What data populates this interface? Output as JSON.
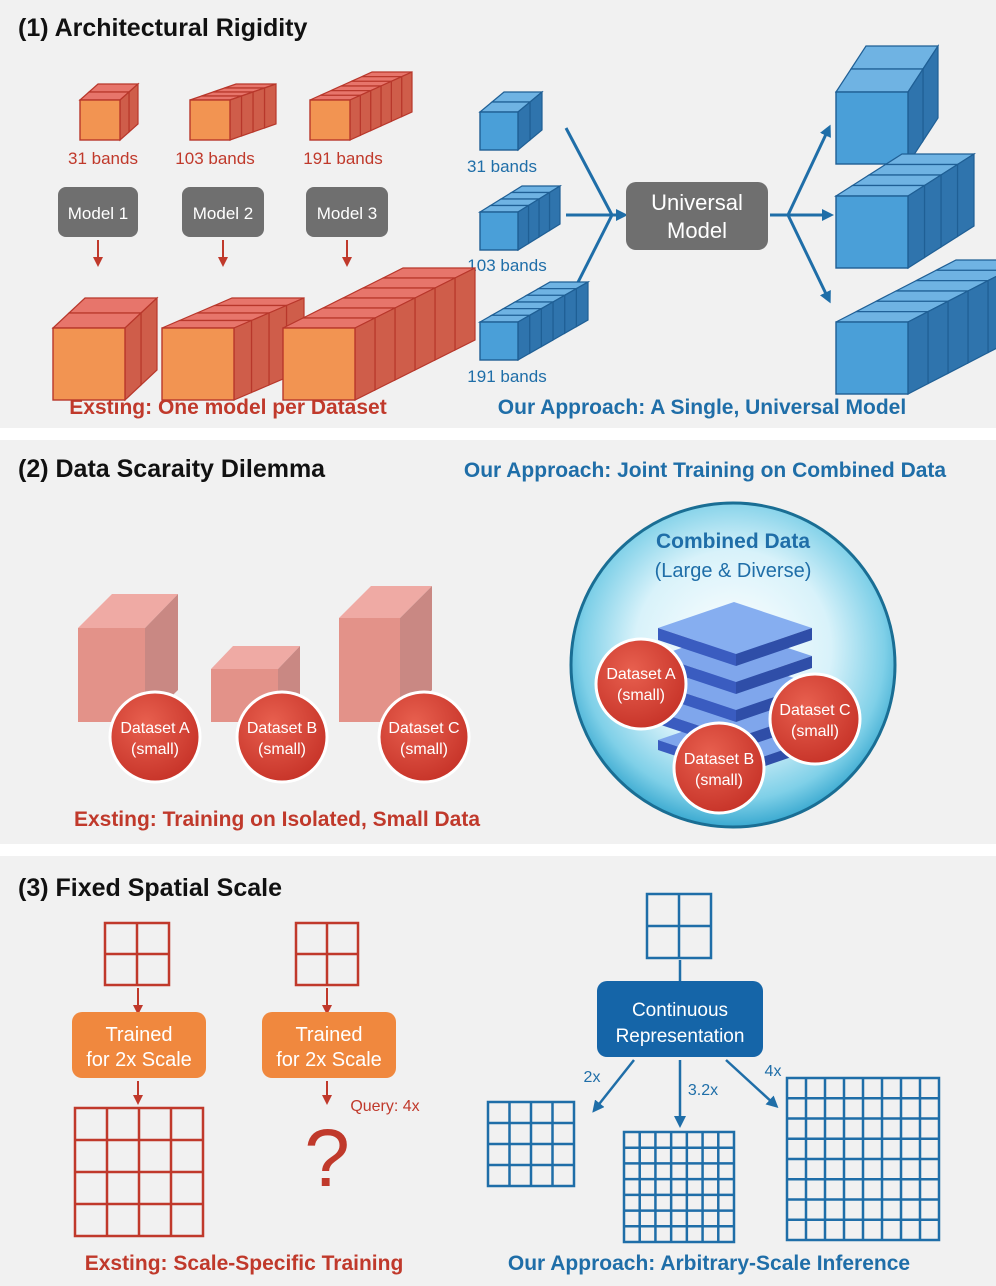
{
  "section1": {
    "title": "(1)  Architectural Rigidity",
    "existing": {
      "bands": [
        "31 bands",
        "103 bands",
        "191 bands"
      ],
      "models": [
        "Model 1",
        "Model 2",
        "Model 3"
      ],
      "caption": "Exsting: One model per Dataset"
    },
    "approach": {
      "bands": [
        "31 bands",
        "103 bands",
        "191 bands"
      ],
      "model_line1": "Universal",
      "model_line2": "Model",
      "caption": "Our Approach: A Single, Universal Model"
    }
  },
  "section2": {
    "title": "(2)  Data Scaraity Dilemma",
    "approach_title": "Our Approach: Joint Training on Combined Data",
    "existing": {
      "datasets": [
        {
          "name": "Dataset A",
          "size": "(small)"
        },
        {
          "name": "Dataset B",
          "size": "(small)"
        },
        {
          "name": "Dataset C",
          "size": "(small)"
        }
      ],
      "caption": "Exsting: Training on Isolated, Small Data"
    },
    "combined": {
      "title": "Combined Data",
      "subtitle": "(Large & Diverse)",
      "datasets": [
        {
          "name": "Dataset A",
          "size": "(small)"
        },
        {
          "name": "Dataset B",
          "size": "(small)"
        },
        {
          "name": "Dataset C",
          "size": "(small)"
        }
      ]
    }
  },
  "section3": {
    "title": "(3)  Fixed Spatial Scale",
    "existing": {
      "box1_line1": "Trained",
      "box1_line2": "for 2x Scale",
      "box2_line1": "Trained",
      "box2_line2": "for 2x Scale",
      "query": "Query: 4x",
      "question": "?",
      "caption": "Exsting: Scale-Specific Training"
    },
    "approach": {
      "box_line1": "Continuous",
      "box_line2": "Representation",
      "scales": [
        "2x",
        "3.2x",
        "4x"
      ],
      "caption": "Our Approach: Arbitrary-Scale Inference"
    }
  },
  "colors": {
    "red": "#c0392b",
    "blue": "#1f6ea8",
    "orange": "#f0883e",
    "gray_box": "#6f6f6f",
    "panel": "#f1f1f1"
  }
}
